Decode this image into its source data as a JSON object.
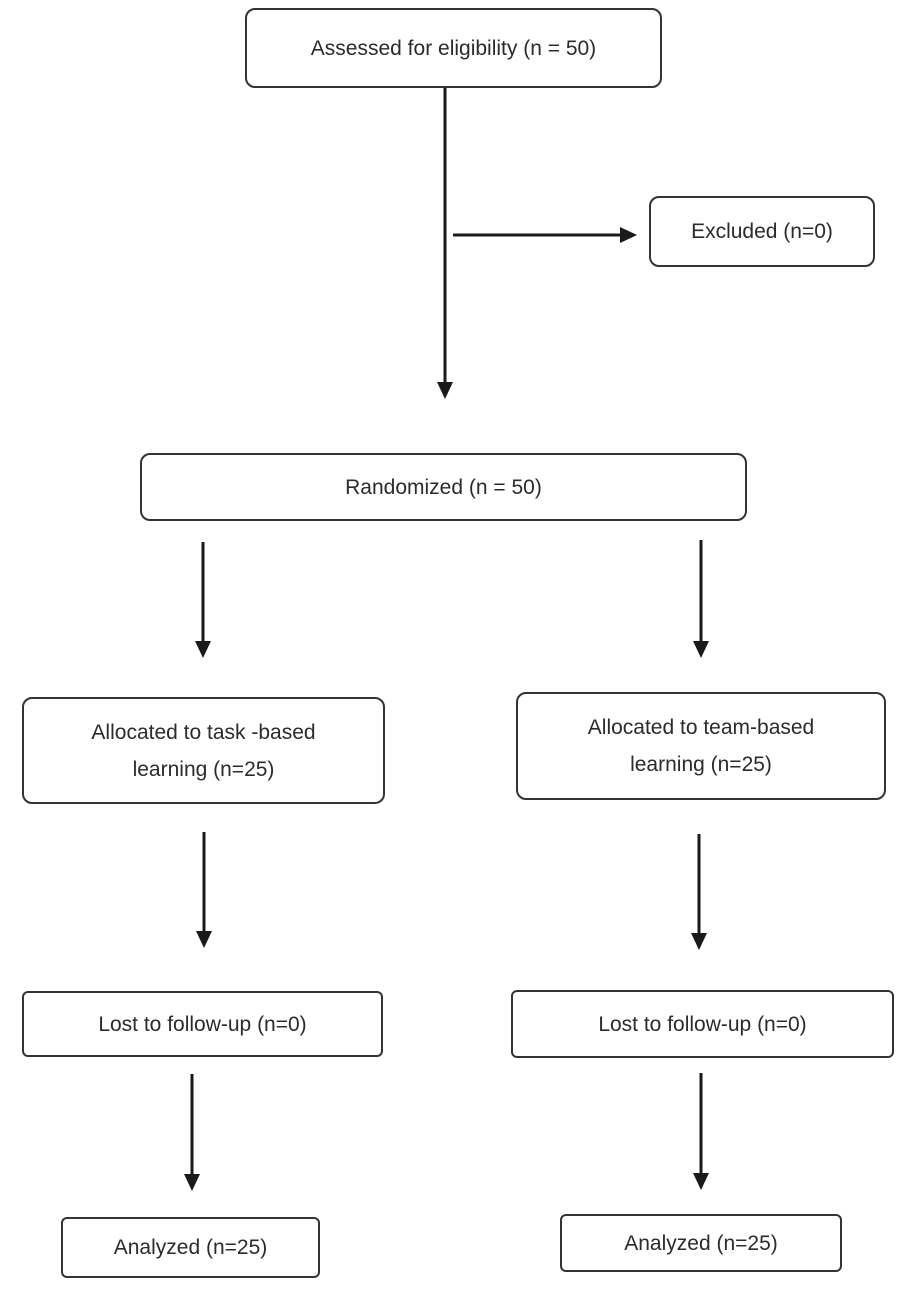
{
  "flowchart": {
    "assessed": "Assessed for eligibility (n = 50)",
    "excluded": "Excluded (n=0)",
    "randomized": "Randomized (n = 50)",
    "task_group": {
      "allocated_line1": "Allocated to task -based",
      "allocated_line2": "learning (n=25)",
      "lost": "Lost to follow-up (n=0)",
      "analyzed": "Analyzed (n=25)"
    },
    "team_group": {
      "allocated_line1": "Allocated to team-based",
      "allocated_line2": "learning (n=25)",
      "lost": "Lost to follow-up (n=0)",
      "analyzed": "Analyzed (n=25)"
    }
  },
  "colors": {
    "line": "#1a1a1a",
    "border": "#333333",
    "text": "#2b2b2b"
  }
}
